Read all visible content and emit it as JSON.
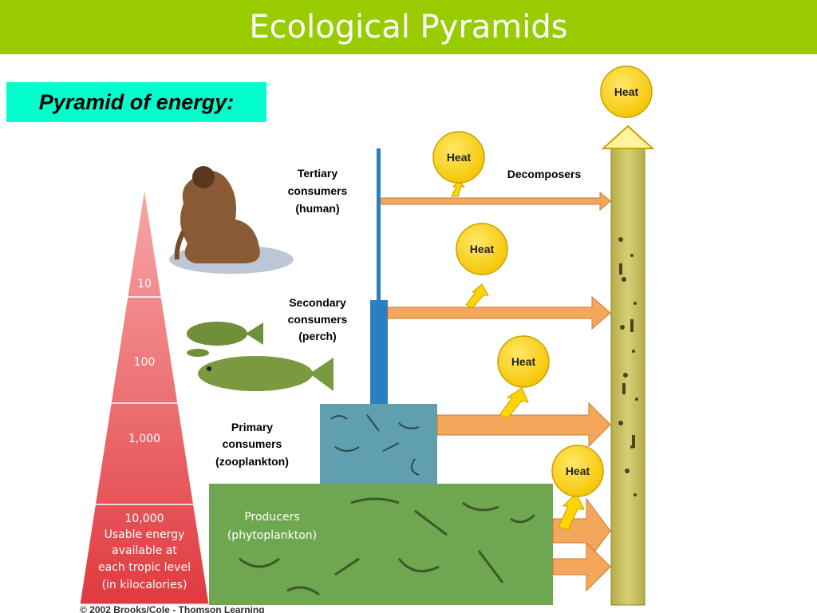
{
  "header": {
    "title": "Ecological Pyramids"
  },
  "subtitle": "Pyramid of energy:",
  "pyramid": {
    "levels": [
      "10",
      "100",
      "1,000",
      "10,000"
    ],
    "base_note": [
      "Usable energy",
      "available at",
      "each tropic level",
      "(in kilocalories)"
    ]
  },
  "trophic": {
    "tertiary": [
      "Tertiary",
      "consumers",
      "(human)"
    ],
    "secondary": [
      "Secondary",
      "consumers",
      "(perch)"
    ],
    "primary": [
      "Primary",
      "consumers",
      "(zooplankton)"
    ],
    "producers": [
      "Producers",
      "(phytoplankton)"
    ]
  },
  "heat_label": "Heat",
  "decomposers": "Decomposers",
  "credit": "© 2002 Brooks/Cole - Thomson Learning",
  "colors": {
    "header": "#99cc00",
    "subtitle_bg": "#00ffcc",
    "pyramid": "#e8474b",
    "heat": "#ffd400",
    "arrow": "#f4a65a",
    "column": "#c9c060",
    "blue": "#2a7fc0",
    "water": "#5f9fb0",
    "producers": "#6fa650"
  }
}
